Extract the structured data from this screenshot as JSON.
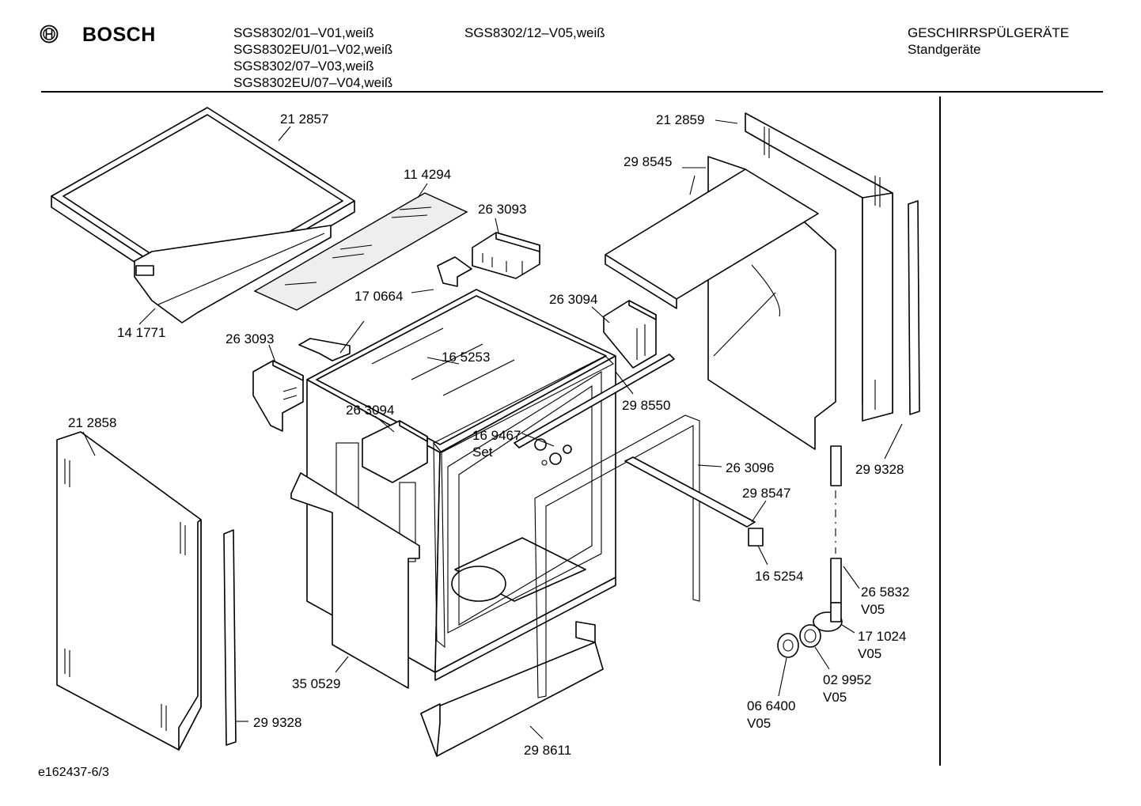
{
  "header": {
    "brand": "BOSCH",
    "models_col1": [
      "SGS8302/01–V01,weiß",
      "SGS8302EU/01–V02,weiß",
      "SGS8302/07–V03,weiß",
      "SGS8302EU/07–V04,weiß"
    ],
    "models_col2": [
      "SGS8302/12–V05,weiß"
    ],
    "category": "GESCHIRRSPÜLGERÄTE",
    "subcategory": "Standgeräte"
  },
  "footer": {
    "drawing_id": "e162437-6/3"
  },
  "parts": [
    {
      "id": "p01",
      "number": "21 2857"
    },
    {
      "id": "p02",
      "number": "11 4294"
    },
    {
      "id": "p03",
      "number": "26 3093"
    },
    {
      "id": "p04",
      "number": "17 0664"
    },
    {
      "id": "p05",
      "number": "14 1771"
    },
    {
      "id": "p06",
      "number": "26 3093"
    },
    {
      "id": "p07",
      "number": "26 3094"
    },
    {
      "id": "p08",
      "number": "16 5253"
    },
    {
      "id": "p09",
      "number": "26 3094"
    },
    {
      "id": "p10",
      "number": "16 9467"
    },
    {
      "id": "p11",
      "number": "Set"
    },
    {
      "id": "p12",
      "number": "21 2858"
    },
    {
      "id": "p13",
      "number": "21 2859"
    },
    {
      "id": "p14",
      "number": "29 8545"
    },
    {
      "id": "p15",
      "number": "29 8550"
    },
    {
      "id": "p16",
      "number": "26 3096"
    },
    {
      "id": "p17",
      "number": "29 8547"
    },
    {
      "id": "p18",
      "number": "16 5254"
    },
    {
      "id": "p19",
      "number": "29 9328"
    },
    {
      "id": "p20",
      "number": "26 5832"
    },
    {
      "id": "p21",
      "number": "V05"
    },
    {
      "id": "p22",
      "number": "17 1024"
    },
    {
      "id": "p23",
      "number": "V05"
    },
    {
      "id": "p24",
      "number": "02 9952"
    },
    {
      "id": "p25",
      "number": "V05"
    },
    {
      "id": "p26",
      "number": "06 6400"
    },
    {
      "id": "p27",
      "number": "V05"
    },
    {
      "id": "p28",
      "number": "35 0529"
    },
    {
      "id": "p29",
      "number": "29 9328"
    },
    {
      "id": "p30",
      "number": "29 8611"
    }
  ]
}
